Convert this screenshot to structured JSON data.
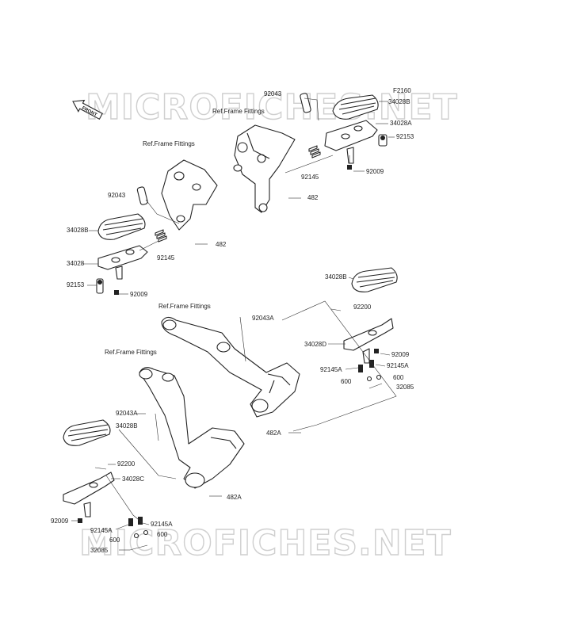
{
  "watermark": "MICROFICHES.NET",
  "figure_code": "F2160",
  "front_label": "FRONT",
  "labels": {
    "ref1": "Ref.Frame Fittings",
    "ref2": "Ref.Frame Fittings",
    "ref3": "Ref.Frame Fittings",
    "ref4": "Ref.Frame Fittings",
    "p92043_top": "92043",
    "p34028B_top": "34028B",
    "p34028A": "34028A",
    "p92153_top": "92153",
    "p92009_top": "92009",
    "p92145_top": "92145",
    "p482_top": "482",
    "p92043_left": "92043",
    "p34028B_left": "34028B",
    "p482_left": "482",
    "p92145_left": "92145",
    "p34028_left": "34028",
    "p92153_left": "92153",
    "p92009_left": "92009",
    "p34028B_mr": "34028B",
    "p92200_mr": "92200",
    "p92043A_mid": "92043A",
    "p34028D": "34028D",
    "p92009_mr": "92009",
    "p92145A_mr1": "92145A",
    "p92145A_mr2": "92145A",
    "p600_mr1": "600",
    "p600_mr2": "600",
    "p32085_mr": "32085",
    "p482A_mid": "482A",
    "p92043A_low": "92043A",
    "p34028B_low": "34028B",
    "p92200_low": "92200",
    "p34028C": "34028C",
    "p482A_low": "482A",
    "p92009_low": "92009",
    "p92145A_low1": "92145A",
    "p92145A_low2": "92145A",
    "p600_low1": "600",
    "p600_low2": "600",
    "p32085_low": "32085"
  }
}
